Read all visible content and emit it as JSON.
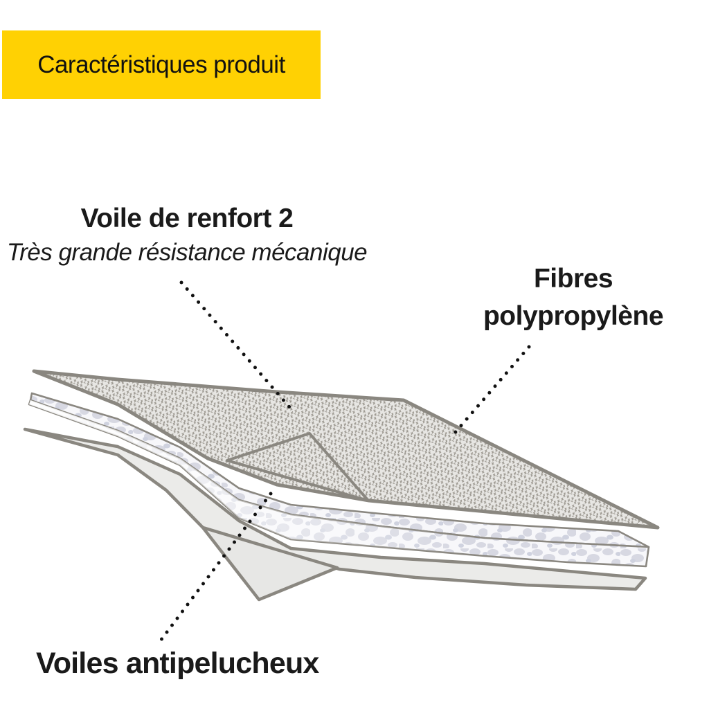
{
  "banner": {
    "label": "Caractéristiques produit"
  },
  "annotations": {
    "renfort": {
      "title": "Voile de renfort 2",
      "subtitle": "Très grande résistance mécanique"
    },
    "fibres": {
      "line1": "Fibres",
      "line2": "polypropylène"
    },
    "antipelucheux": {
      "title": "Voiles antipelucheux"
    }
  },
  "colors": {
    "banner_bg": "#FFD103",
    "banner_text": "#111111",
    "label_text": "#1A1A1A",
    "outline": "#8A8780",
    "leader_dots": "#111111",
    "sheet_fill": "#E7E6E3",
    "hatch_mark": "#9B978F",
    "mottle_blob": "#D7D8E2",
    "bottom_sheet_fill": "#EBEBE9"
  }
}
